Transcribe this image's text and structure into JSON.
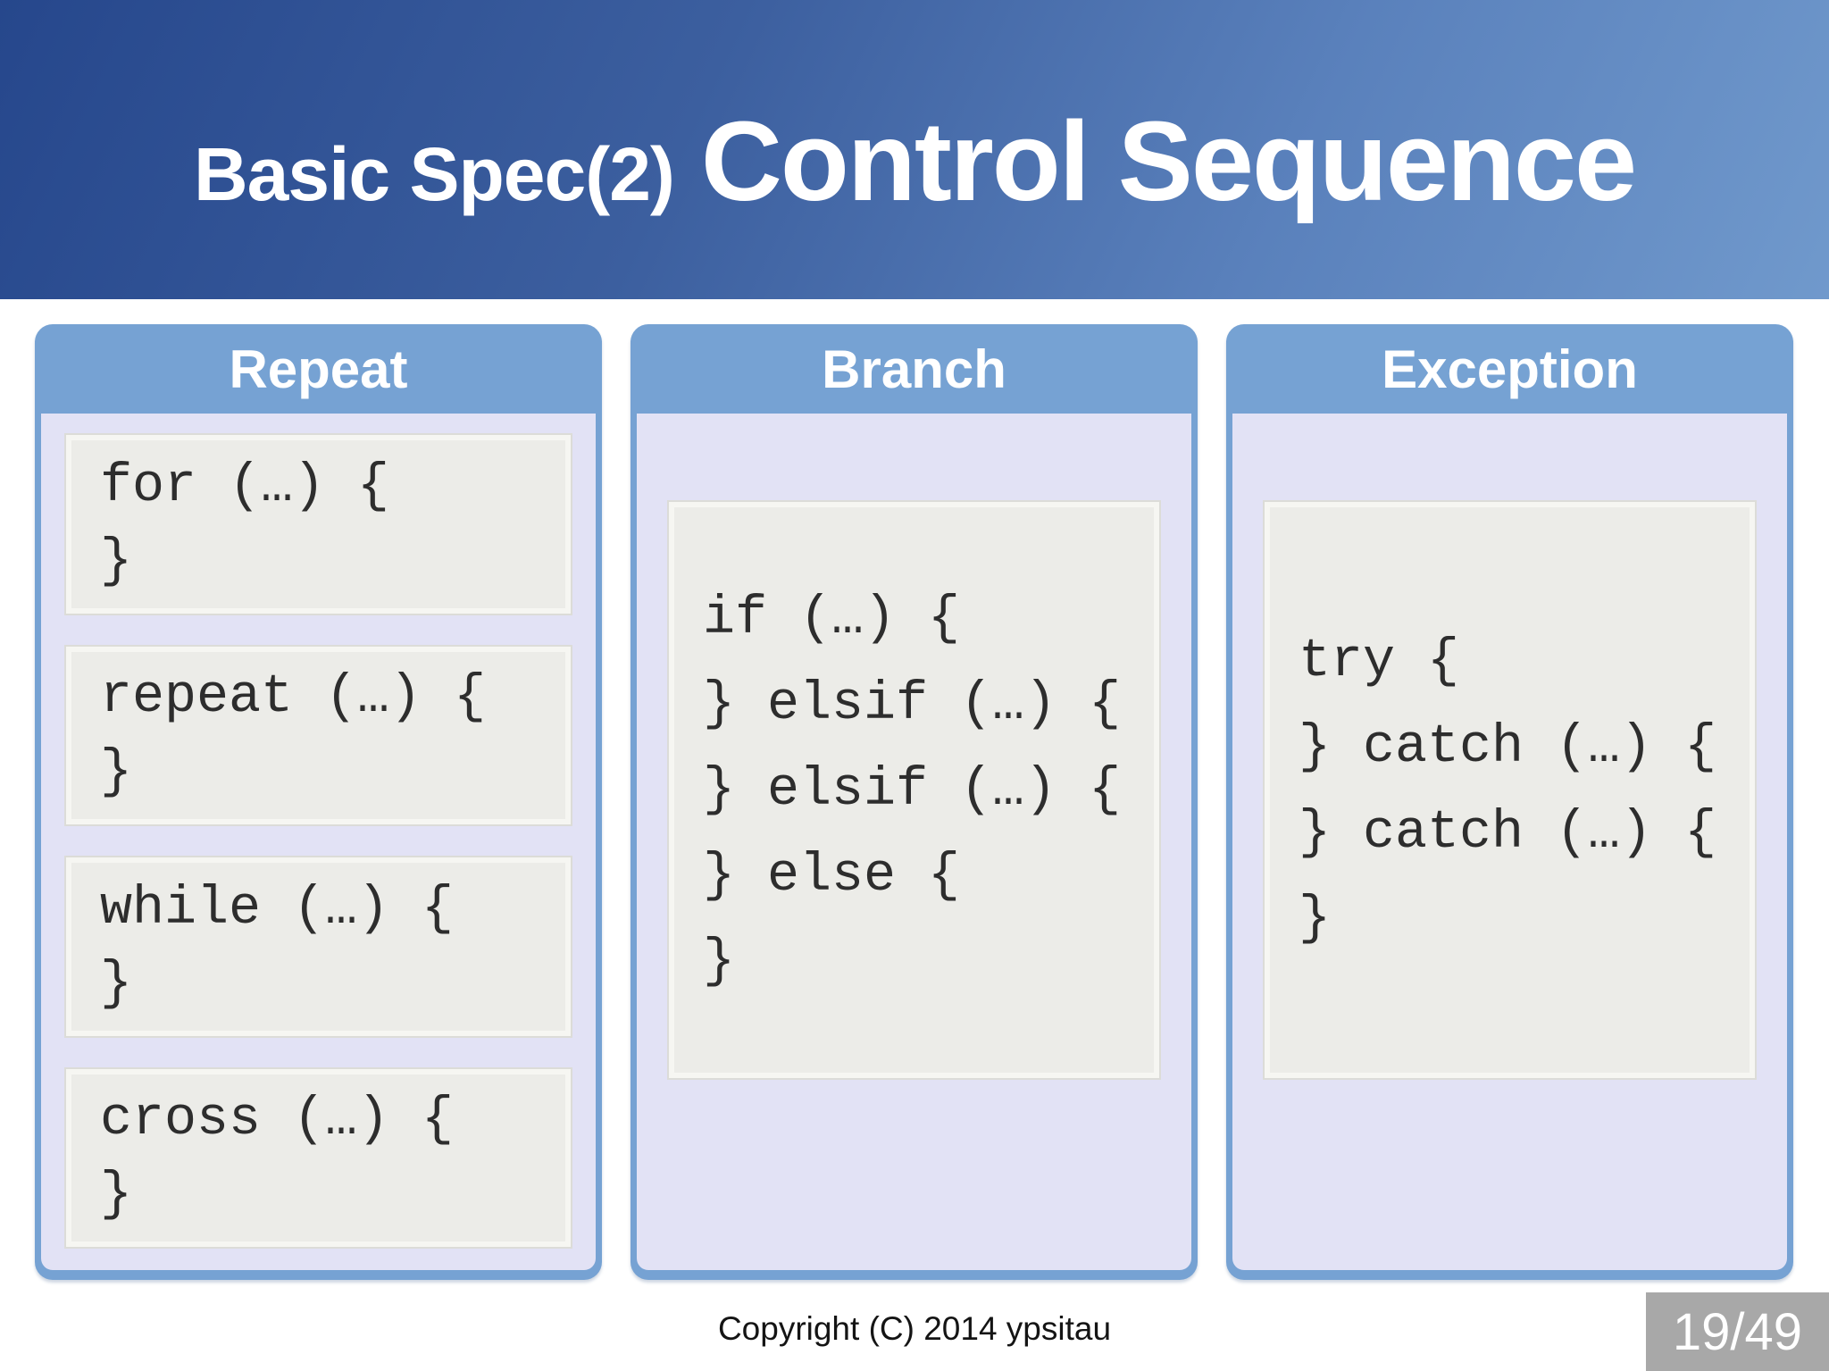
{
  "slide": {
    "title_small": "Basic Spec(2)",
    "title_large": "Control Sequence",
    "footer": "Copyright (C) 2014 ypsitau",
    "page_number": "19/49"
  },
  "panels": [
    {
      "title": "Repeat",
      "boxes": [
        {
          "lines": [
            "for (…) {",
            "}"
          ]
        },
        {
          "lines": [
            "repeat (…) {",
            "}"
          ]
        },
        {
          "lines": [
            "while (…) {",
            "}"
          ]
        },
        {
          "lines": [
            "cross (…) {",
            "}"
          ]
        }
      ]
    },
    {
      "title": "Branch",
      "boxes": [
        {
          "lines": [
            "if (…) {",
            "} elsif (…) {",
            "} elsif (…) {",
            "} else {",
            "}"
          ]
        }
      ]
    },
    {
      "title": "Exception",
      "boxes": [
        {
          "lines": [
            "try {",
            "} catch (…) {",
            "} catch (…) {",
            "}"
          ]
        }
      ]
    }
  ],
  "colors": {
    "banner_gradient_start": "#26478c",
    "banner_gradient_end": "#7099cc",
    "panel_accent_blue": "#76a2d3",
    "panel_body_lavender": "#e2e2f5",
    "code_box_gray": "#ecece8",
    "code_text": "#2d2d2d",
    "page_badge_gray": "#a8a8a8",
    "title_text": "#ffffff"
  }
}
